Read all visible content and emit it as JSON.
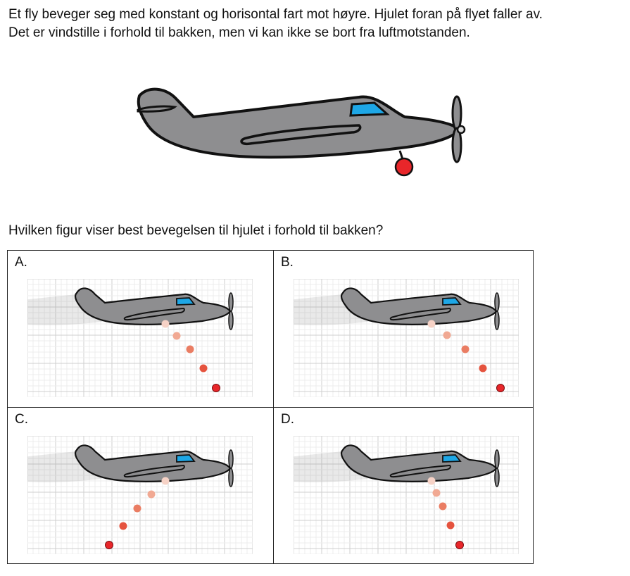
{
  "intro": {
    "line1": "Et fly beveger seg med konstant og horisontal fart mot høyre. Hjulet foran på flyet faller av.",
    "line2": "Det er vindstille i forhold til bakken, men vi kan ikke se bort fra luftmotstanden."
  },
  "question": "Hvilken figur viser best bevegelsen til hjulet i forhold til bakken?",
  "colors": {
    "plane_body": "#8e8e90",
    "window": "#1ea7e6",
    "wheel": "#e8262a"
  },
  "options": [
    {
      "label": "A.",
      "trajectory": "forward"
    },
    {
      "label": "B.",
      "trajectory": "forward-far"
    },
    {
      "label": "C.",
      "trajectory": "backward"
    },
    {
      "label": "D.",
      "trajectory": "slightly-forward"
    }
  ]
}
